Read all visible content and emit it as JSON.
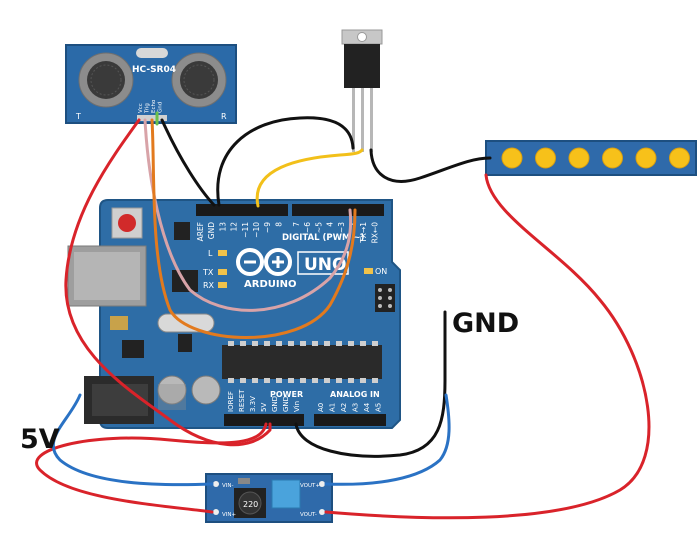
{
  "labels": {
    "gnd": "GND",
    "five_volt": "5V"
  },
  "sensor": {
    "model": "HC-SR04",
    "left_letter": "T",
    "right_letter": "R",
    "pins": [
      "Vcc",
      "Trig",
      "Echo",
      "Gnd"
    ]
  },
  "arduino": {
    "brand": "ARDUINO",
    "model": "UNO",
    "digital_label": "DIGITAL (PWM ~)",
    "digital_pins": [
      "AREF",
      "GND",
      "13",
      "12",
      "~11",
      "~10",
      "~9",
      "8",
      "7",
      "~6",
      "~5",
      "4",
      "~3",
      "2",
      "TX→1",
      "RX←0"
    ],
    "power_label": "POWER",
    "power_pins": [
      "IOREF",
      "RESET",
      "3.3V",
      "5V",
      "GND",
      "GND",
      "Vin"
    ],
    "analog_label": "ANALOG IN",
    "analog_pins": [
      "A0",
      "A1",
      "A2",
      "A3",
      "A4",
      "A5"
    ],
    "led_l": "L",
    "led_tx": "TX",
    "led_rx": "RX",
    "led_on": "ON"
  },
  "converter": {
    "vin_plus": "VIN+",
    "vin_minus": "VIN-",
    "vout_plus": "VOUT+",
    "vout_minus": "VOUT-",
    "inductor": "220"
  },
  "colors": {
    "board": "#2e6da6",
    "red_wire": "#d9232a",
    "black_wire": "#111111",
    "blue_wire": "#2a72c4",
    "orange_wire": "#e27a1e",
    "pink_wire": "#d8a3a8",
    "yellow_wire": "#f2c01a",
    "led_yellow": "#f7c11a"
  }
}
